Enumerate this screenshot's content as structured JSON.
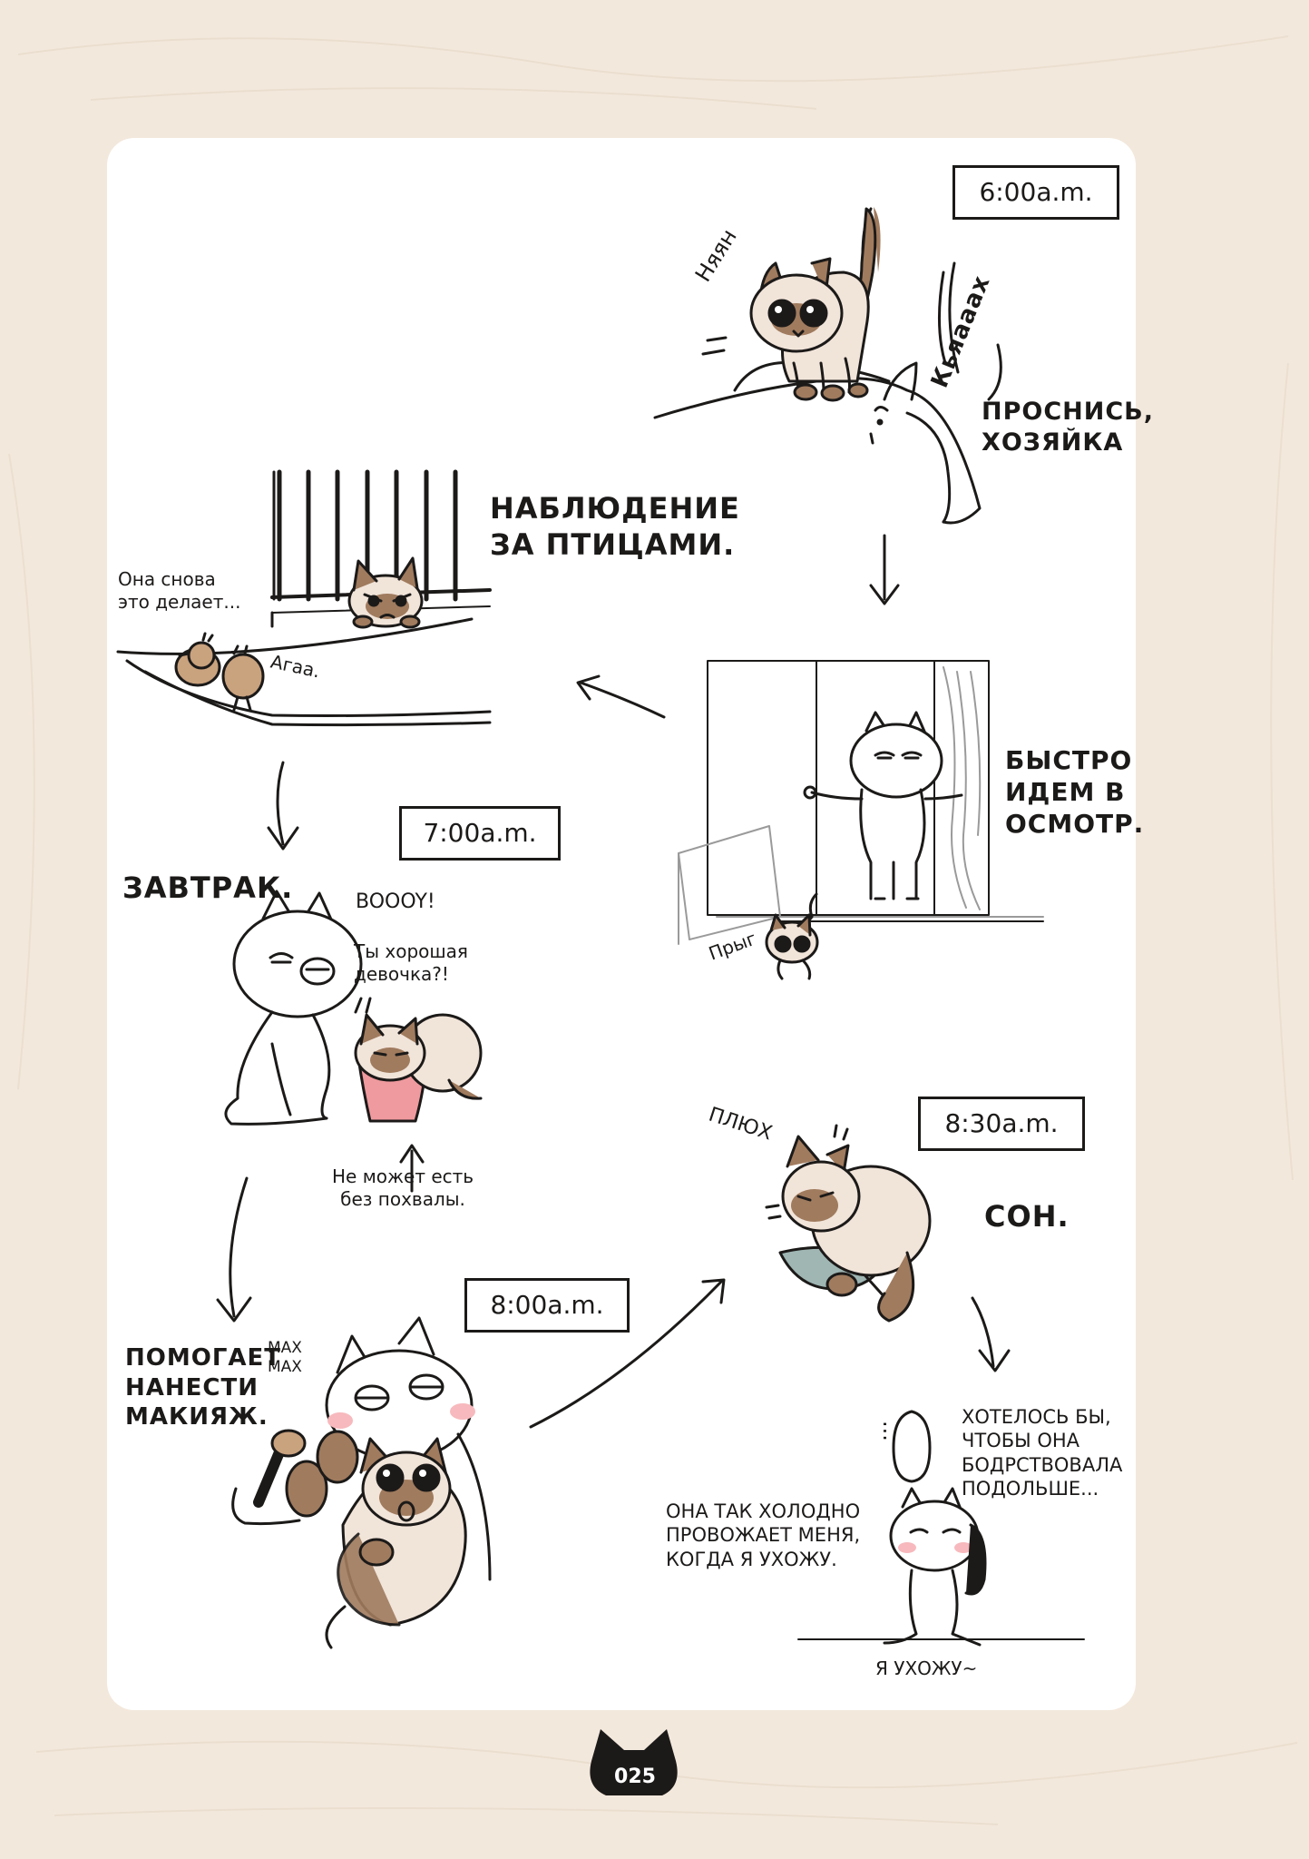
{
  "times": {
    "t600": "6:00a.m.",
    "t700": "7:00a.m.",
    "t800": "8:00a.m.",
    "t830": "8:30a.m."
  },
  "text": {
    "nyayan": "Няян",
    "kyaaah": "Кьяааах",
    "wake": "ПРОСНИСЬ,\nХОЗЯЙКА",
    "birdwatch": "НАБЛЮДЕНИЕ\nЗА ПТИЦАМИ.",
    "again": "Она снова\nэто делает...",
    "aga": "Агаа.",
    "inspect": "БЫСТРО\nИДЕМ В\nОСМОТР.",
    "pryg": "Прыг",
    "breakfast": "ЗАВТРАК.",
    "boooy": "BOOOY!",
    "goodgirl": "Ты хорошая\nдевочка?!",
    "nopraise": "Не может есть\nбез похвалы.",
    "makeup": "ПОМОГАЕТ\nНАНЕСТИ\nМАКИЯЖ.",
    "maxmax": "МАХ\nМАХ",
    "plyukh": "ПЛЮХ",
    "sleep": "СОН.",
    "wish": "ХОТЕЛОСЬ БЫ,\nЧТОБЫ ОНА\nБОДРСТВОВАЛА\nПОДОЛЬШЕ...",
    "cold": "ОНА ТАК ХОЛОДНО\nПРОВОЖАЕТ МЕНЯ,\nКОГДА Я УХОЖУ.",
    "leaving": "Я УХОЖУ~",
    "ellipsis": "..."
  },
  "page_number": "025",
  "colors": {
    "background": "#f3e8dc",
    "panel": "#ffffff",
    "ink": "#1c1a19",
    "siamese_body": "#f1e4d9",
    "siamese_point": "#a07b5e",
    "bowl": "#ef9a9e",
    "blush": "#f7b9bd",
    "fish": "#9fb6b3"
  }
}
